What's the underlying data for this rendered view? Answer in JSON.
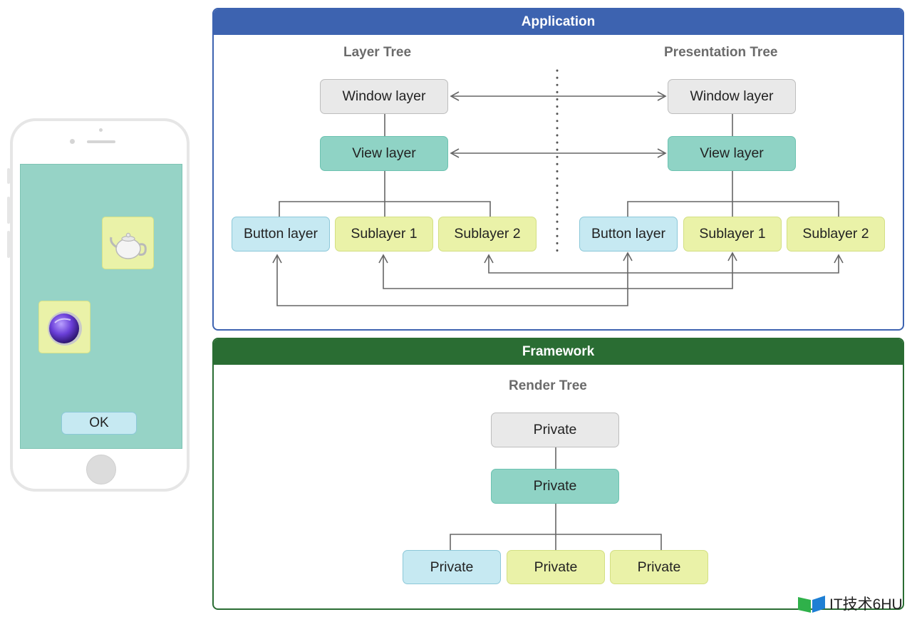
{
  "device": {
    "ok_button": "OK",
    "app_tiles": [
      "teapot-icon",
      "purple-orb-icon"
    ]
  },
  "application": {
    "title": "Application",
    "layer_tree": {
      "title": "Layer Tree",
      "root": "Window layer",
      "view": "View layer",
      "children": [
        "Button layer",
        "Sublayer 1",
        "Sublayer 2"
      ]
    },
    "presentation_tree": {
      "title": "Presentation Tree",
      "root": "Window layer",
      "view": "View layer",
      "children": [
        "Button layer",
        "Sublayer 1",
        "Sublayer 2"
      ]
    }
  },
  "framework": {
    "title": "Framework",
    "render_tree": {
      "title": "Render Tree",
      "root": "Private",
      "view": "Private",
      "children": [
        "Private",
        "Private",
        "Private"
      ]
    }
  },
  "watermark": {
    "text": "IT技术6HU",
    "icon": "book-logo-icon"
  },
  "colors": {
    "application": "#3d63b0",
    "framework": "#2a6d33",
    "gray_node": "#e9e9e9",
    "teal_node": "#8fd3c5",
    "blue_node": "#c6e9f2",
    "yellow_node": "#eaf2a8",
    "screen": "#96d3c6"
  }
}
